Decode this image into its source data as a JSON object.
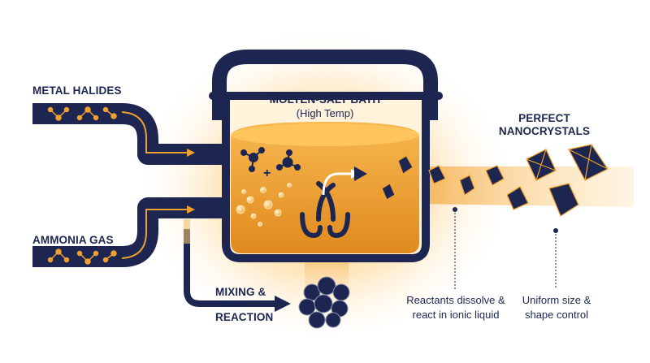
{
  "labels": {
    "metal_halides": "METAL HALIDES",
    "ammonia_gas": "AMMONIA GAS",
    "bath_title": "MOLTEN-SALT BATH",
    "bath_subtitle": "(High Temp)",
    "mixing": "MIXING &",
    "reaction": "REACTION",
    "perfect": "PERFECT",
    "nanocrystals": "NANOCRYSTALS",
    "dissolve_line1": "Reactants dissolve &",
    "dissolve_line2": "react in ionic liquid",
    "uniform_line1": "Uniform size &",
    "uniform_line2": "shape control"
  },
  "colors": {
    "navy": "#1c2650",
    "orange": "#f0a030",
    "amber_light": "#ffd98a",
    "amber_deep": "#d9851c",
    "white": "#ffffff"
  },
  "icons": {
    "molecule": "molecule-icon",
    "plus": "plus-icon",
    "bubbles": "bubbles-icon",
    "mixing_arrows": "mixing-arrows-icon",
    "aggregate": "aggregate-icon",
    "crystal": "octahedron-icon"
  }
}
